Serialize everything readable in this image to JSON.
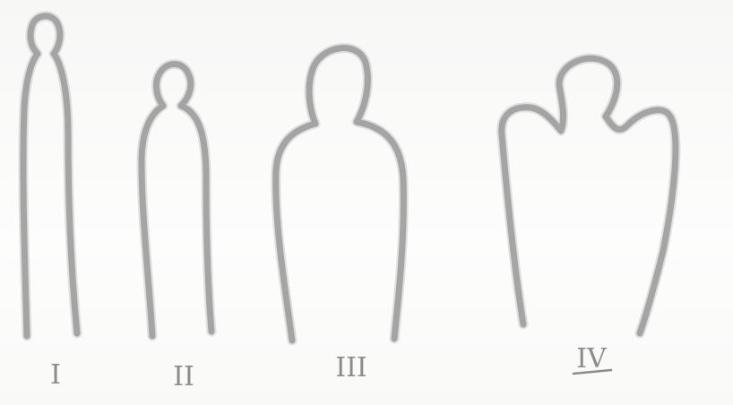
{
  "figures": [
    {
      "label": "I"
    },
    {
      "label": "II"
    },
    {
      "label": "III"
    },
    {
      "label": "IV"
    }
  ],
  "colors": {
    "outline": "#9a9a9a",
    "background": "#fbfbfa"
  }
}
